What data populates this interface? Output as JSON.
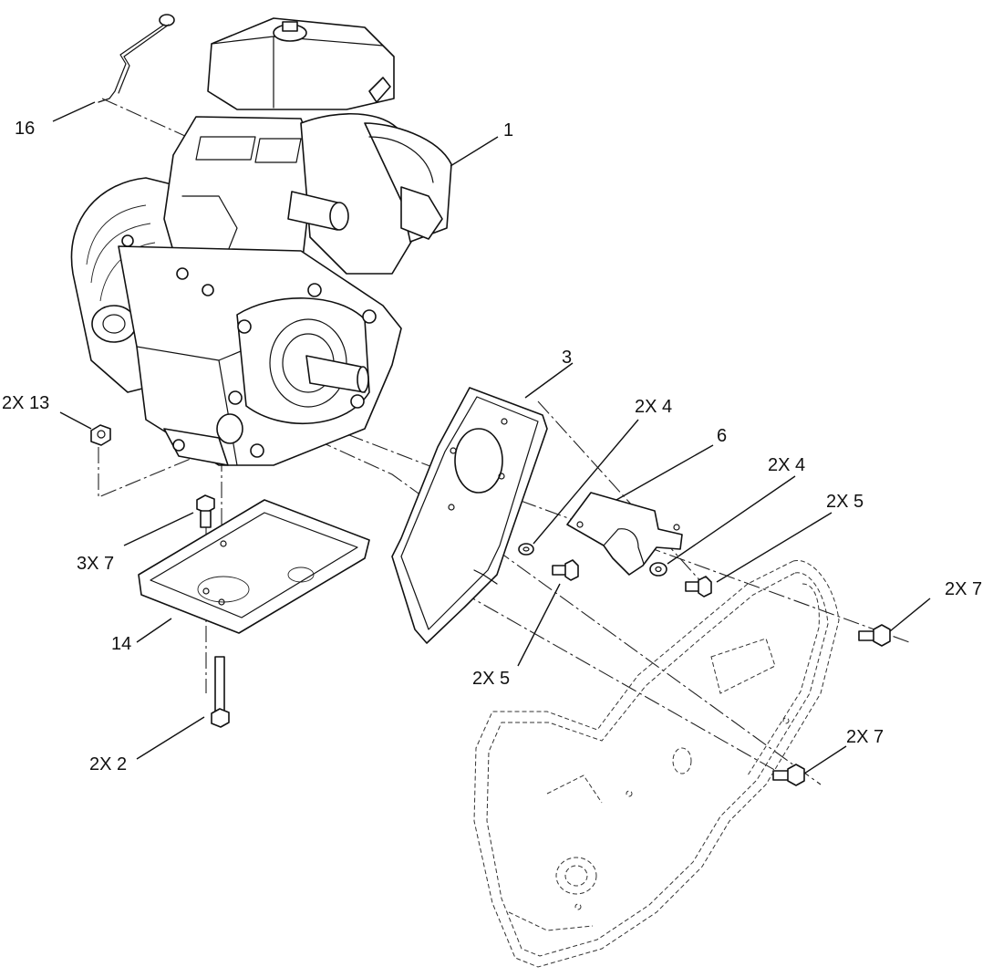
{
  "diagram": {
    "callouts": [
      {
        "id": "c16",
        "label": "16"
      },
      {
        "id": "c1",
        "label": "1"
      },
      {
        "id": "c3",
        "label": "3"
      },
      {
        "id": "c2x13",
        "label": "2X 13"
      },
      {
        "id": "c2x4a",
        "label": "2X 4"
      },
      {
        "id": "c6",
        "label": "6"
      },
      {
        "id": "c2x4b",
        "label": "2X 4"
      },
      {
        "id": "c2x5a",
        "label": "2X 5"
      },
      {
        "id": "c3x7",
        "label": "3X 7"
      },
      {
        "id": "c2x7a",
        "label": "2X 7"
      },
      {
        "id": "c14",
        "label": "14"
      },
      {
        "id": "c2x5b",
        "label": "2X 5"
      },
      {
        "id": "c2x7b",
        "label": "2X 7"
      },
      {
        "id": "c2x2",
        "label": "2X 2"
      }
    ],
    "parts": [
      "engine-assembly",
      "dipstick",
      "engine-mount-plate",
      "bracket",
      "base-pan",
      "belt-cover-housing"
    ]
  }
}
